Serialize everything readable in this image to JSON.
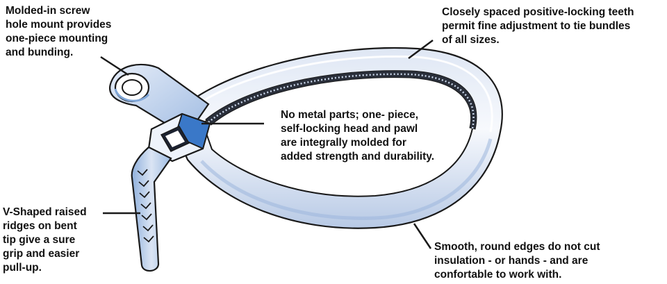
{
  "callouts": {
    "screw_mount": "Molded-in screw\nhole mount provides\none-piece mounting\nand bunding.",
    "teeth": "Closely spaced positive-locking teeth\npermit fine adjustment to tie bundles\nof all sizes.",
    "head_pawl": "No metal parts; one- piece,\nself-locking head and pawl\nare integrally molded for\nadded strength and durability.",
    "ridges": "V-Shaped raised\nridges on bent\ntip give a sure\ngrip and easier\npull-up.",
    "edges": "Smooth, round edges do not cut\ninsulation - or hands - and are\nconfortable to work with."
  },
  "colors": {
    "strap_light": "#f4f6fb",
    "strap_shade": "#b9cbe6",
    "strap_blue": "#7fa6d8",
    "head_blue": "#3a78c8",
    "outline": "#1a1a1a"
  }
}
